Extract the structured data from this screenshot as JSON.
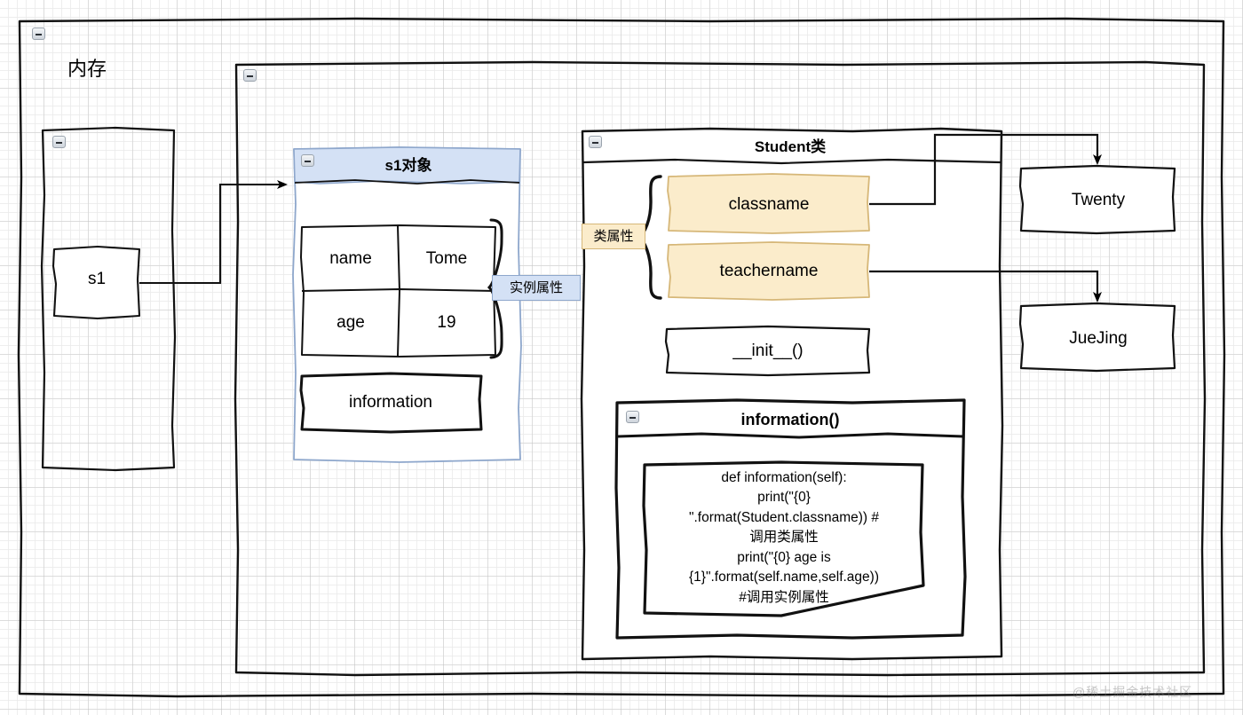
{
  "diagram": {
    "title": "内存",
    "watermark": "@稀土掘金技术社区"
  },
  "memory": {
    "label": "内存",
    "collapse_icon": "minus-icon"
  },
  "variable_frame": {
    "collapse_icon": "minus-icon",
    "variable": {
      "label": "s1"
    }
  },
  "heap_frame": {
    "collapse_icon": "minus-icon"
  },
  "s1_object": {
    "header": "s1对象",
    "collapse_icon": "minus-icon",
    "attributes_table": {
      "rows": [
        {
          "key": "name",
          "value": "Tome"
        },
        {
          "key": "age",
          "value": "19"
        }
      ]
    },
    "method": {
      "label": "information"
    },
    "brace_label": "实例属性"
  },
  "student_class": {
    "header": "Student类",
    "collapse_icon": "minus-icon",
    "brace_label": "类属性",
    "class_attributes": [
      {
        "label": "classname"
      },
      {
        "label": "teachername"
      }
    ],
    "init_method": {
      "label": "__init__()"
    },
    "information_panel": {
      "header": "information()",
      "collapse_icon": "minus-icon",
      "code": "def information(self):\nprint(\"{0}\n\".format(Student.classname))  #\n调用类属性\nprint(\"{0} age is\n{1}\".format(self.name,self.age))\n#调用实例属性"
    }
  },
  "values": [
    {
      "label": "Twenty"
    },
    {
      "label": "JueJing"
    }
  ],
  "colors": {
    "object_header_blue": "#d4e1f5",
    "object_border_blue": "#8ea7cc",
    "class_attr_cream": "#fbeccb",
    "class_attr_border": "#d6b778",
    "ink": "#000000",
    "grid_major": "#b4b4b4",
    "grid_minor": "#ebebeb"
  }
}
